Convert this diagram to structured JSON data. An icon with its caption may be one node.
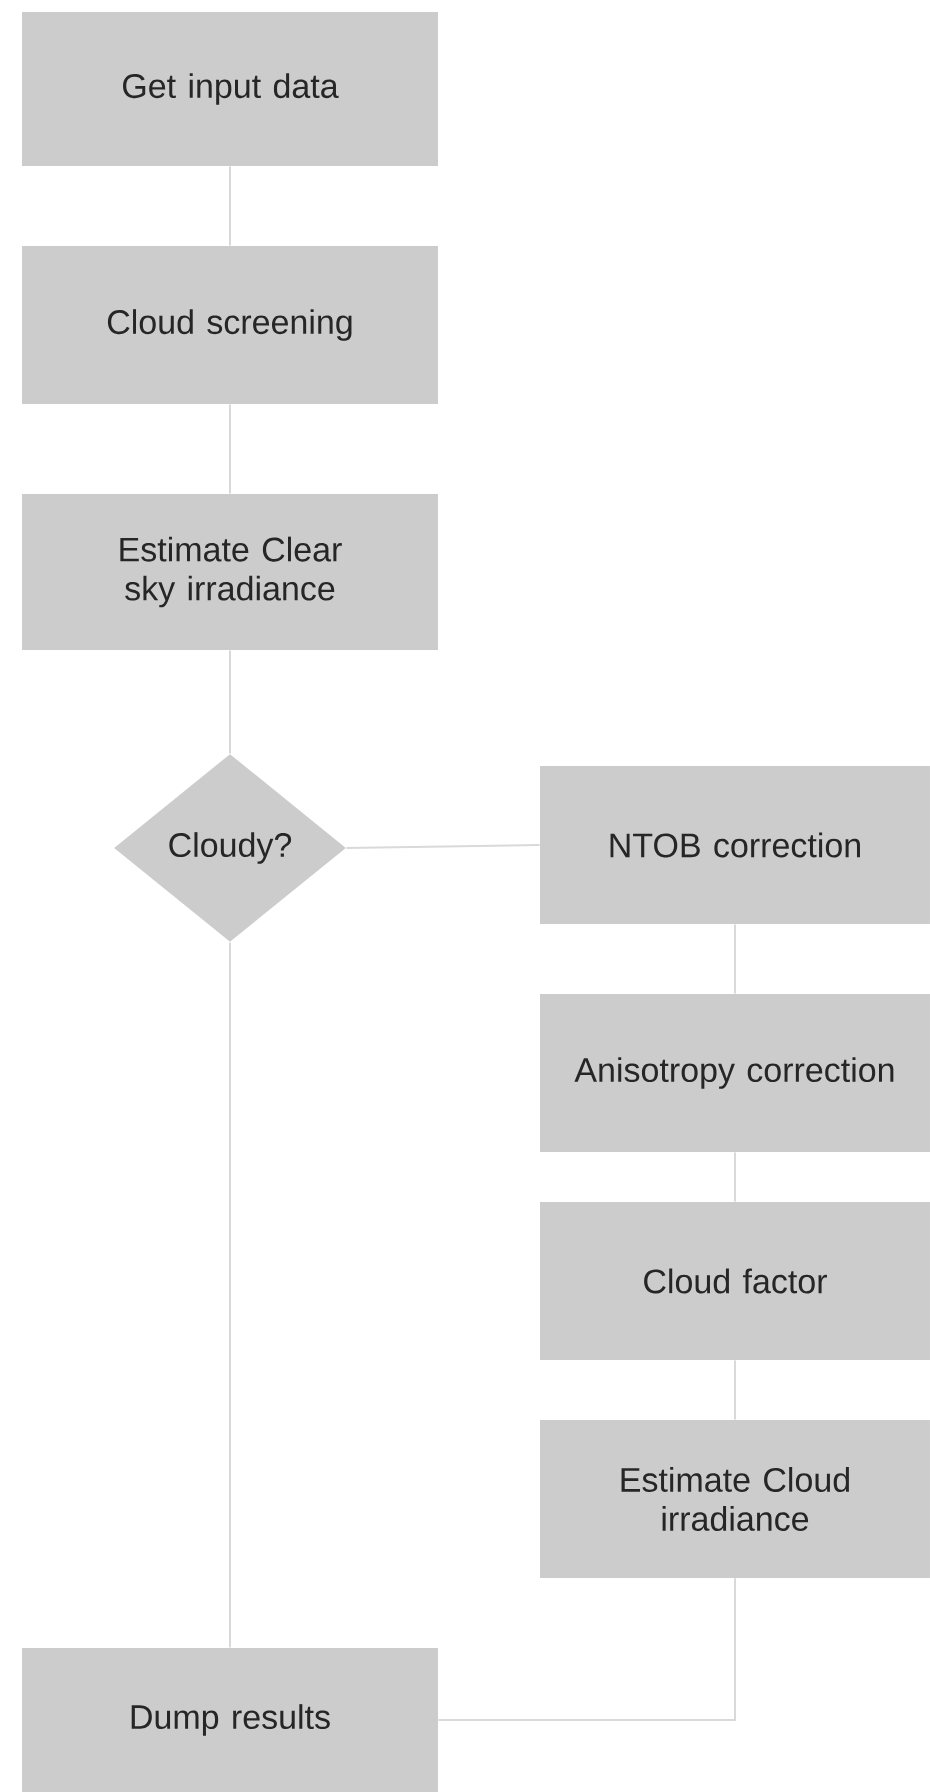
{
  "diagram": {
    "nodes": [
      {
        "text": [
          "Get input data"
        ]
      },
      {
        "text": [
          "Cloud screening"
        ]
      },
      {
        "text": [
          "Estimate Clear sky irradiance"
        ]
      },
      {
        "text": [
          "Cloudy?"
        ]
      },
      {
        "text": [
          "NTOB correction"
        ]
      },
      {
        "text": [
          "Anisotropy correction"
        ]
      },
      {
        "text": [
          "Cloud factor"
        ]
      },
      {
        "text": [
          "Estimate Cloud irradiance"
        ]
      },
      {
        "text": [
          "Dump results"
        ]
      }
    ],
    "edges": [
      {
        "from": 0,
        "to": 1,
        "arrow": "none"
      },
      {
        "from": 1,
        "to": 2,
        "arrow": "none"
      },
      {
        "from": 2,
        "to": 3,
        "arrow": "none"
      },
      {
        "from": 3,
        "to": 4,
        "arrow": "none"
      },
      {
        "from": 4,
        "to": 5,
        "arrow": "none"
      },
      {
        "from": 5,
        "to": 6,
        "arrow": "none"
      },
      {
        "from": 6,
        "to": 7,
        "arrow": "none"
      },
      {
        "from": 3,
        "to": 8,
        "arrow": "none"
      },
      {
        "from": 7,
        "to": 8,
        "arrow": "none"
      }
    ]
  }
}
